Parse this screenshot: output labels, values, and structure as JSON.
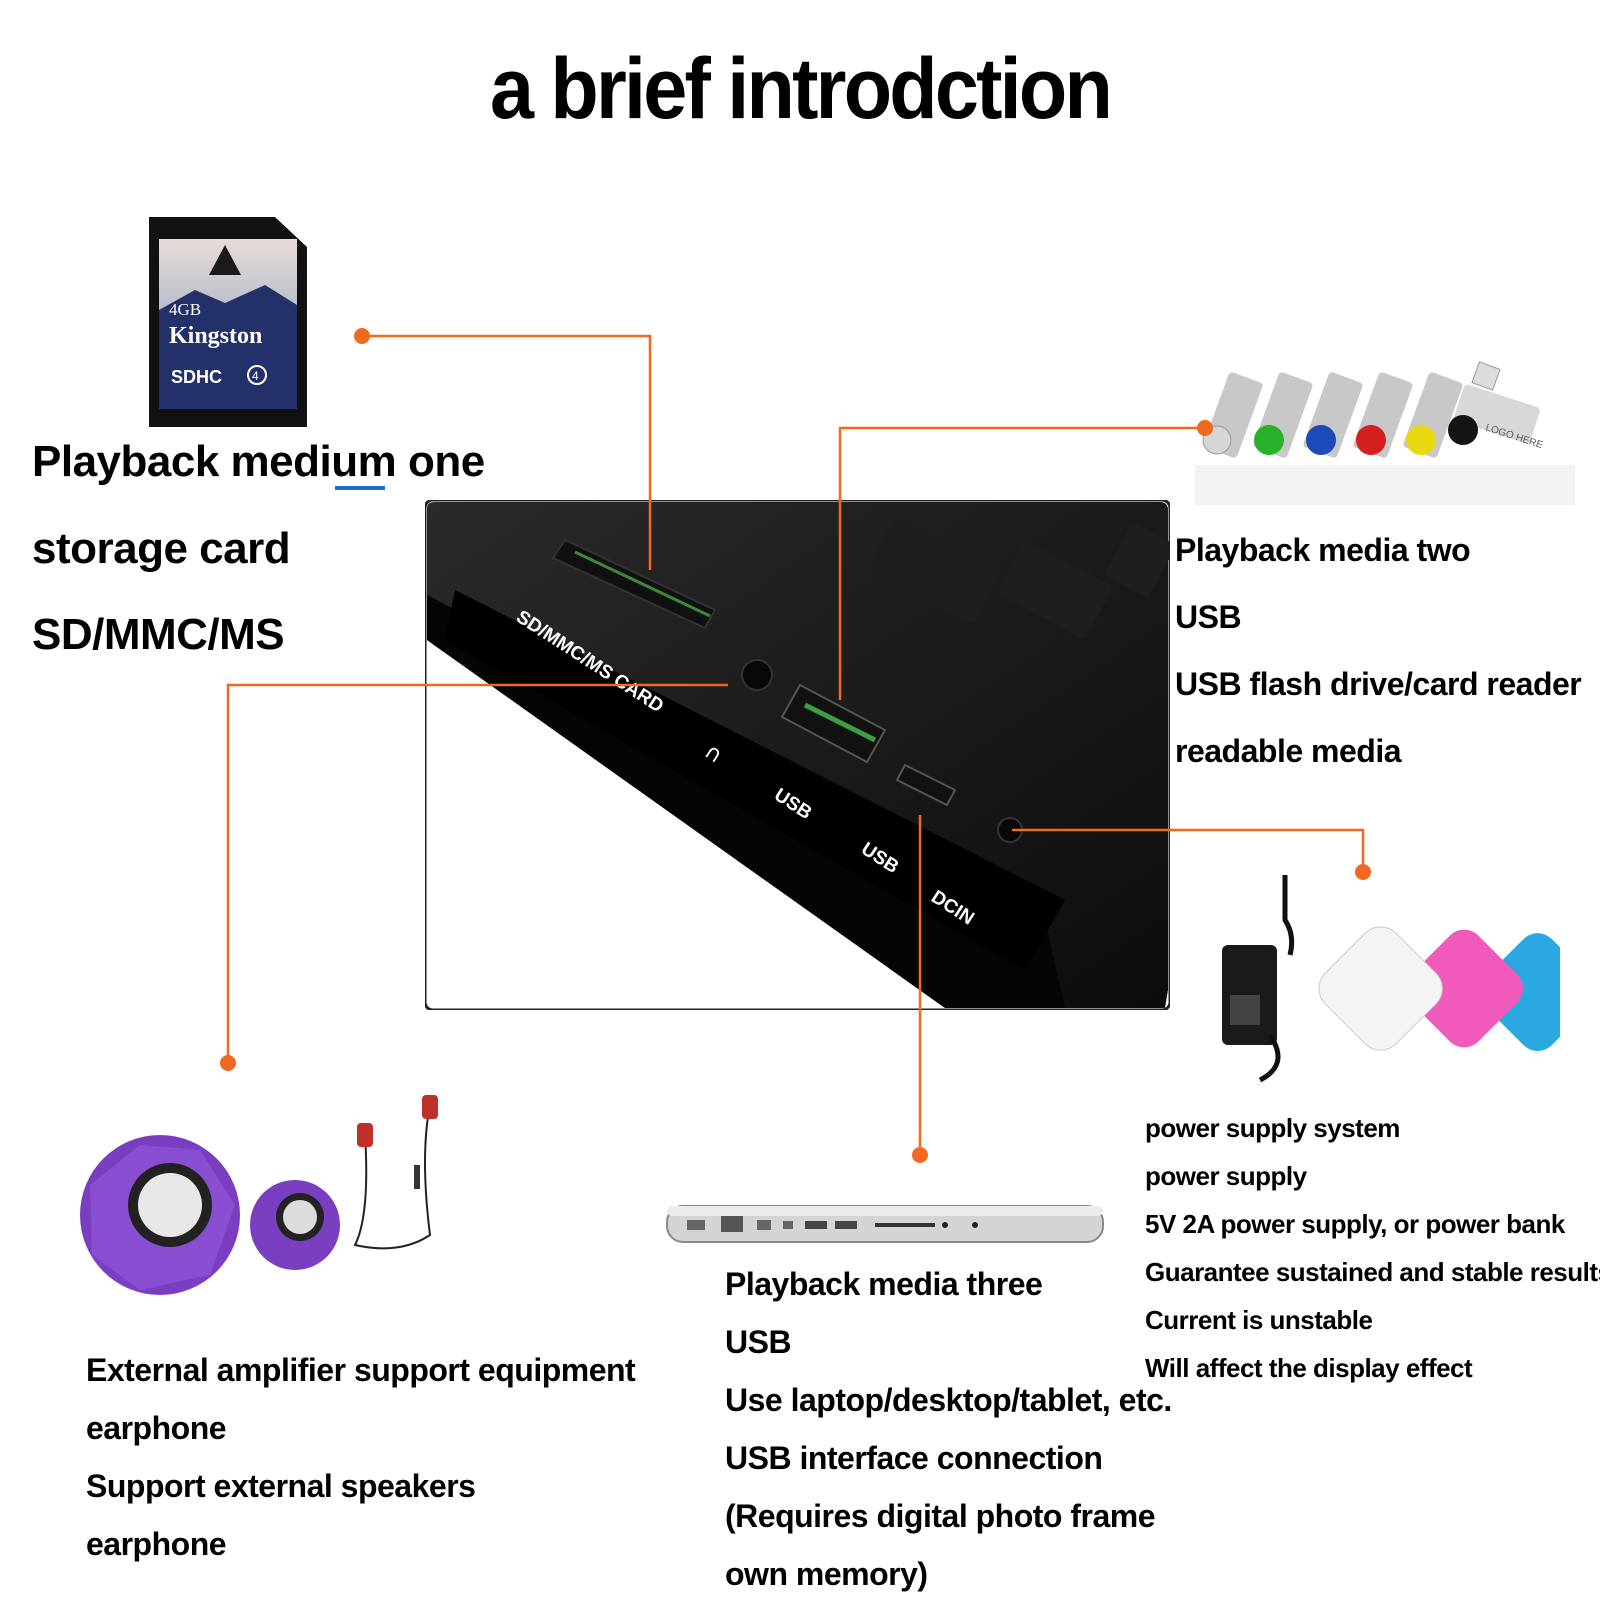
{
  "title": "a brief introdction",
  "colors": {
    "leader_line": "#f0691e",
    "device": "#151515"
  },
  "sd_card": {
    "capacity": "4GB",
    "brand": "Kingston",
    "format": "SDHC",
    "class": "4"
  },
  "port_labels": [
    "SD/MMC/MS CARD",
    "USB",
    "USB",
    "DCIN"
  ],
  "usb_drive_labels": [
    "LOGO HERE"
  ],
  "section_one": [
    "Playback medium one",
    "storage card",
    "SD/MMC/MS"
  ],
  "section_two": [
    "Playback media two",
    "USB",
    "USB flash drive/card reader",
    "readable media"
  ],
  "section_audio": [
    "External amplifier support equipment",
    "earphone",
    "Support external speakers",
    "earphone"
  ],
  "section_three": [
    "Playback media three",
    "USB",
    "Use laptop/desktop/tablet, etc.",
    "USB interface connection",
    "(Requires digital photo frame",
    "own memory)"
  ],
  "section_power": [
    "power supply system",
    "power supply",
    "5V 2A power supply, or power bank",
    "Guarantee sustained and stable results",
    "Current is unstable",
    "Will affect the display effect"
  ]
}
